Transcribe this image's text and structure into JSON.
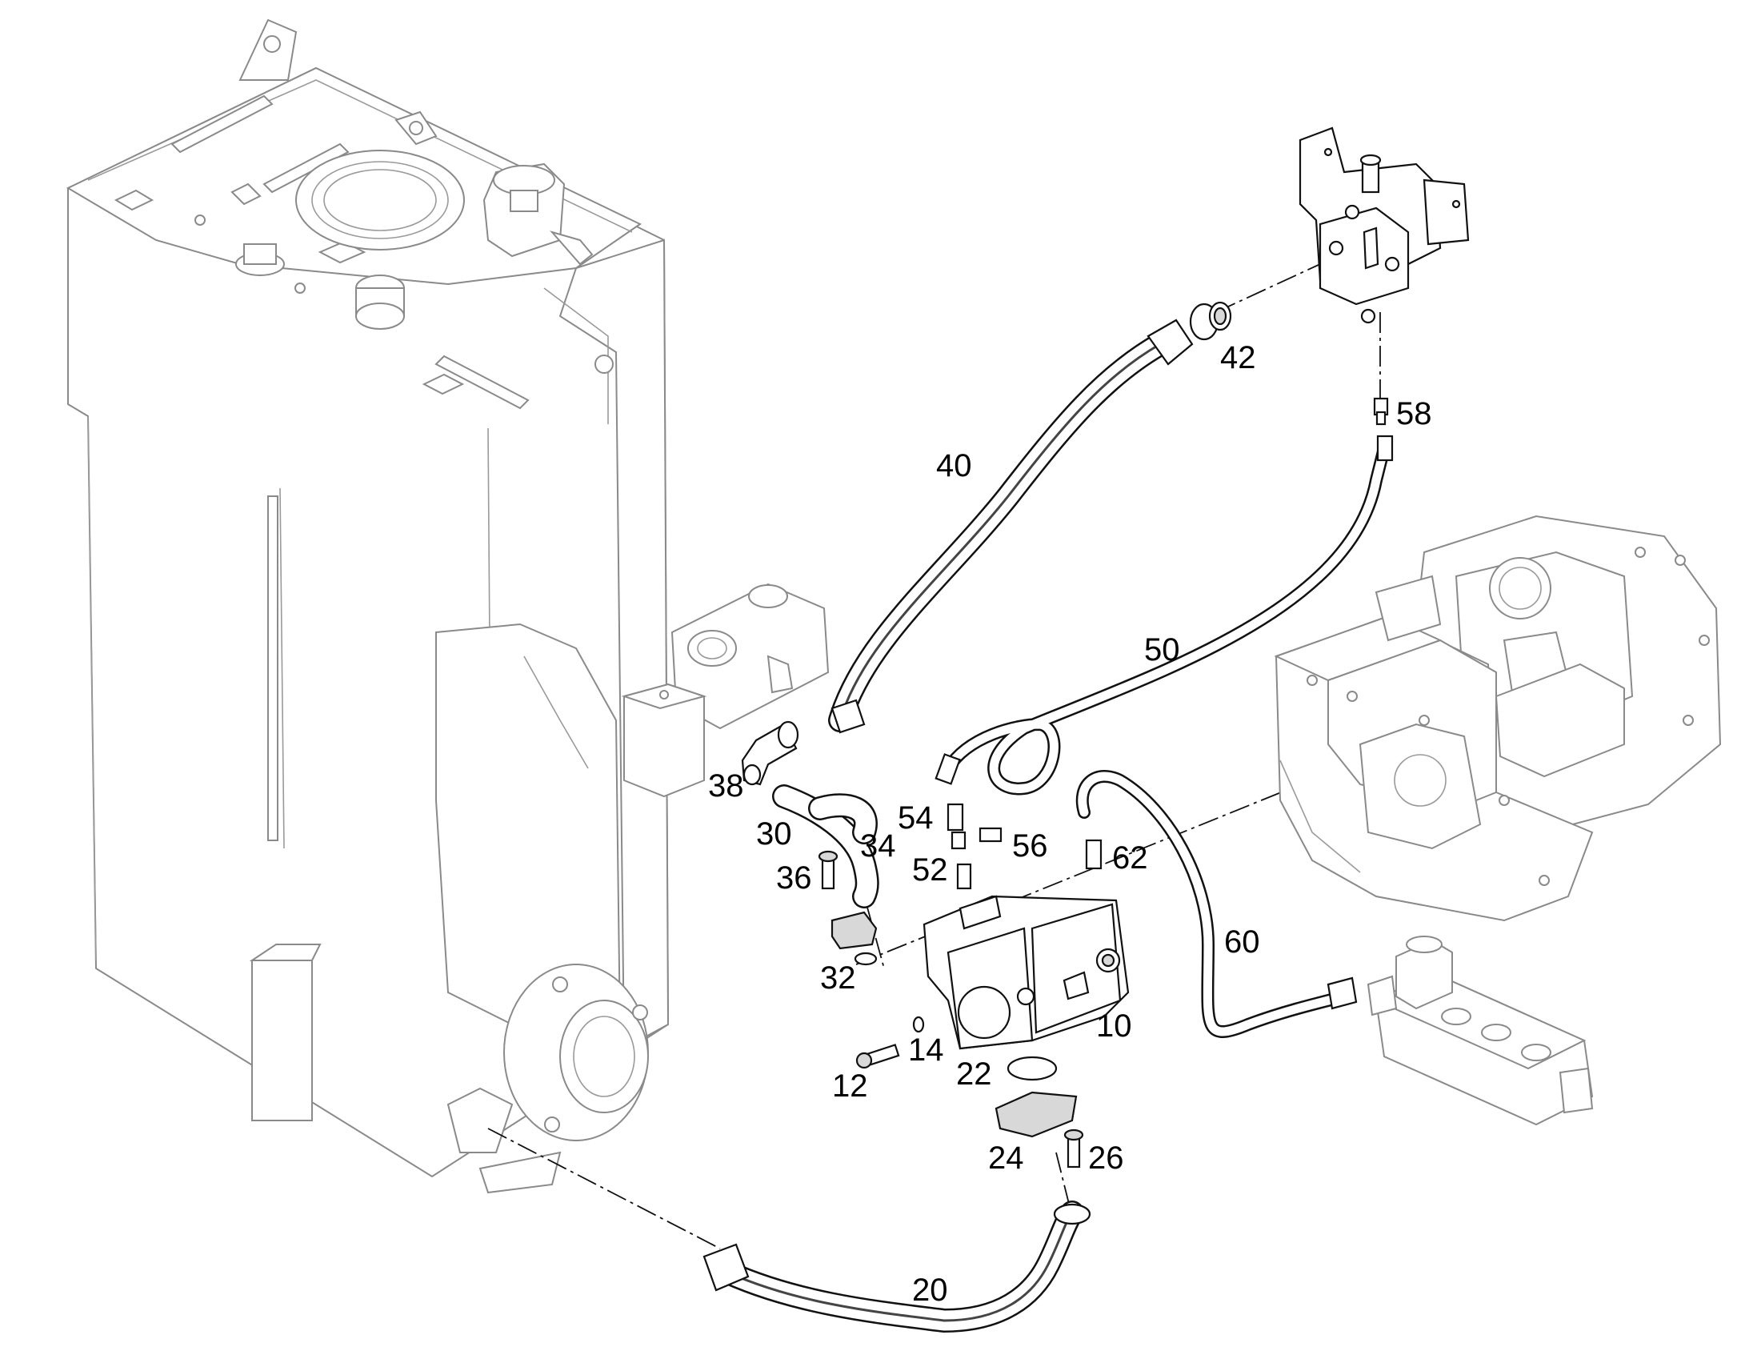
{
  "diagram": {
    "callouts": [
      {
        "id": "c10",
        "text": "10"
      },
      {
        "id": "c12",
        "text": "12"
      },
      {
        "id": "c14",
        "text": "14"
      },
      {
        "id": "c20",
        "text": "20"
      },
      {
        "id": "c22",
        "text": "22"
      },
      {
        "id": "c24",
        "text": "24"
      },
      {
        "id": "c26",
        "text": "26"
      },
      {
        "id": "c30",
        "text": "30"
      },
      {
        "id": "c32",
        "text": "32"
      },
      {
        "id": "c34",
        "text": "34"
      },
      {
        "id": "c36",
        "text": "36"
      },
      {
        "id": "c38",
        "text": "38"
      },
      {
        "id": "c40",
        "text": "40"
      },
      {
        "id": "c42",
        "text": "42"
      },
      {
        "id": "c50",
        "text": "50"
      },
      {
        "id": "c52",
        "text": "52"
      },
      {
        "id": "c54",
        "text": "54"
      },
      {
        "id": "c56",
        "text": "56"
      },
      {
        "id": "c58",
        "text": "58"
      },
      {
        "id": "c60",
        "text": "60"
      },
      {
        "id": "c62",
        "text": "62"
      }
    ]
  }
}
